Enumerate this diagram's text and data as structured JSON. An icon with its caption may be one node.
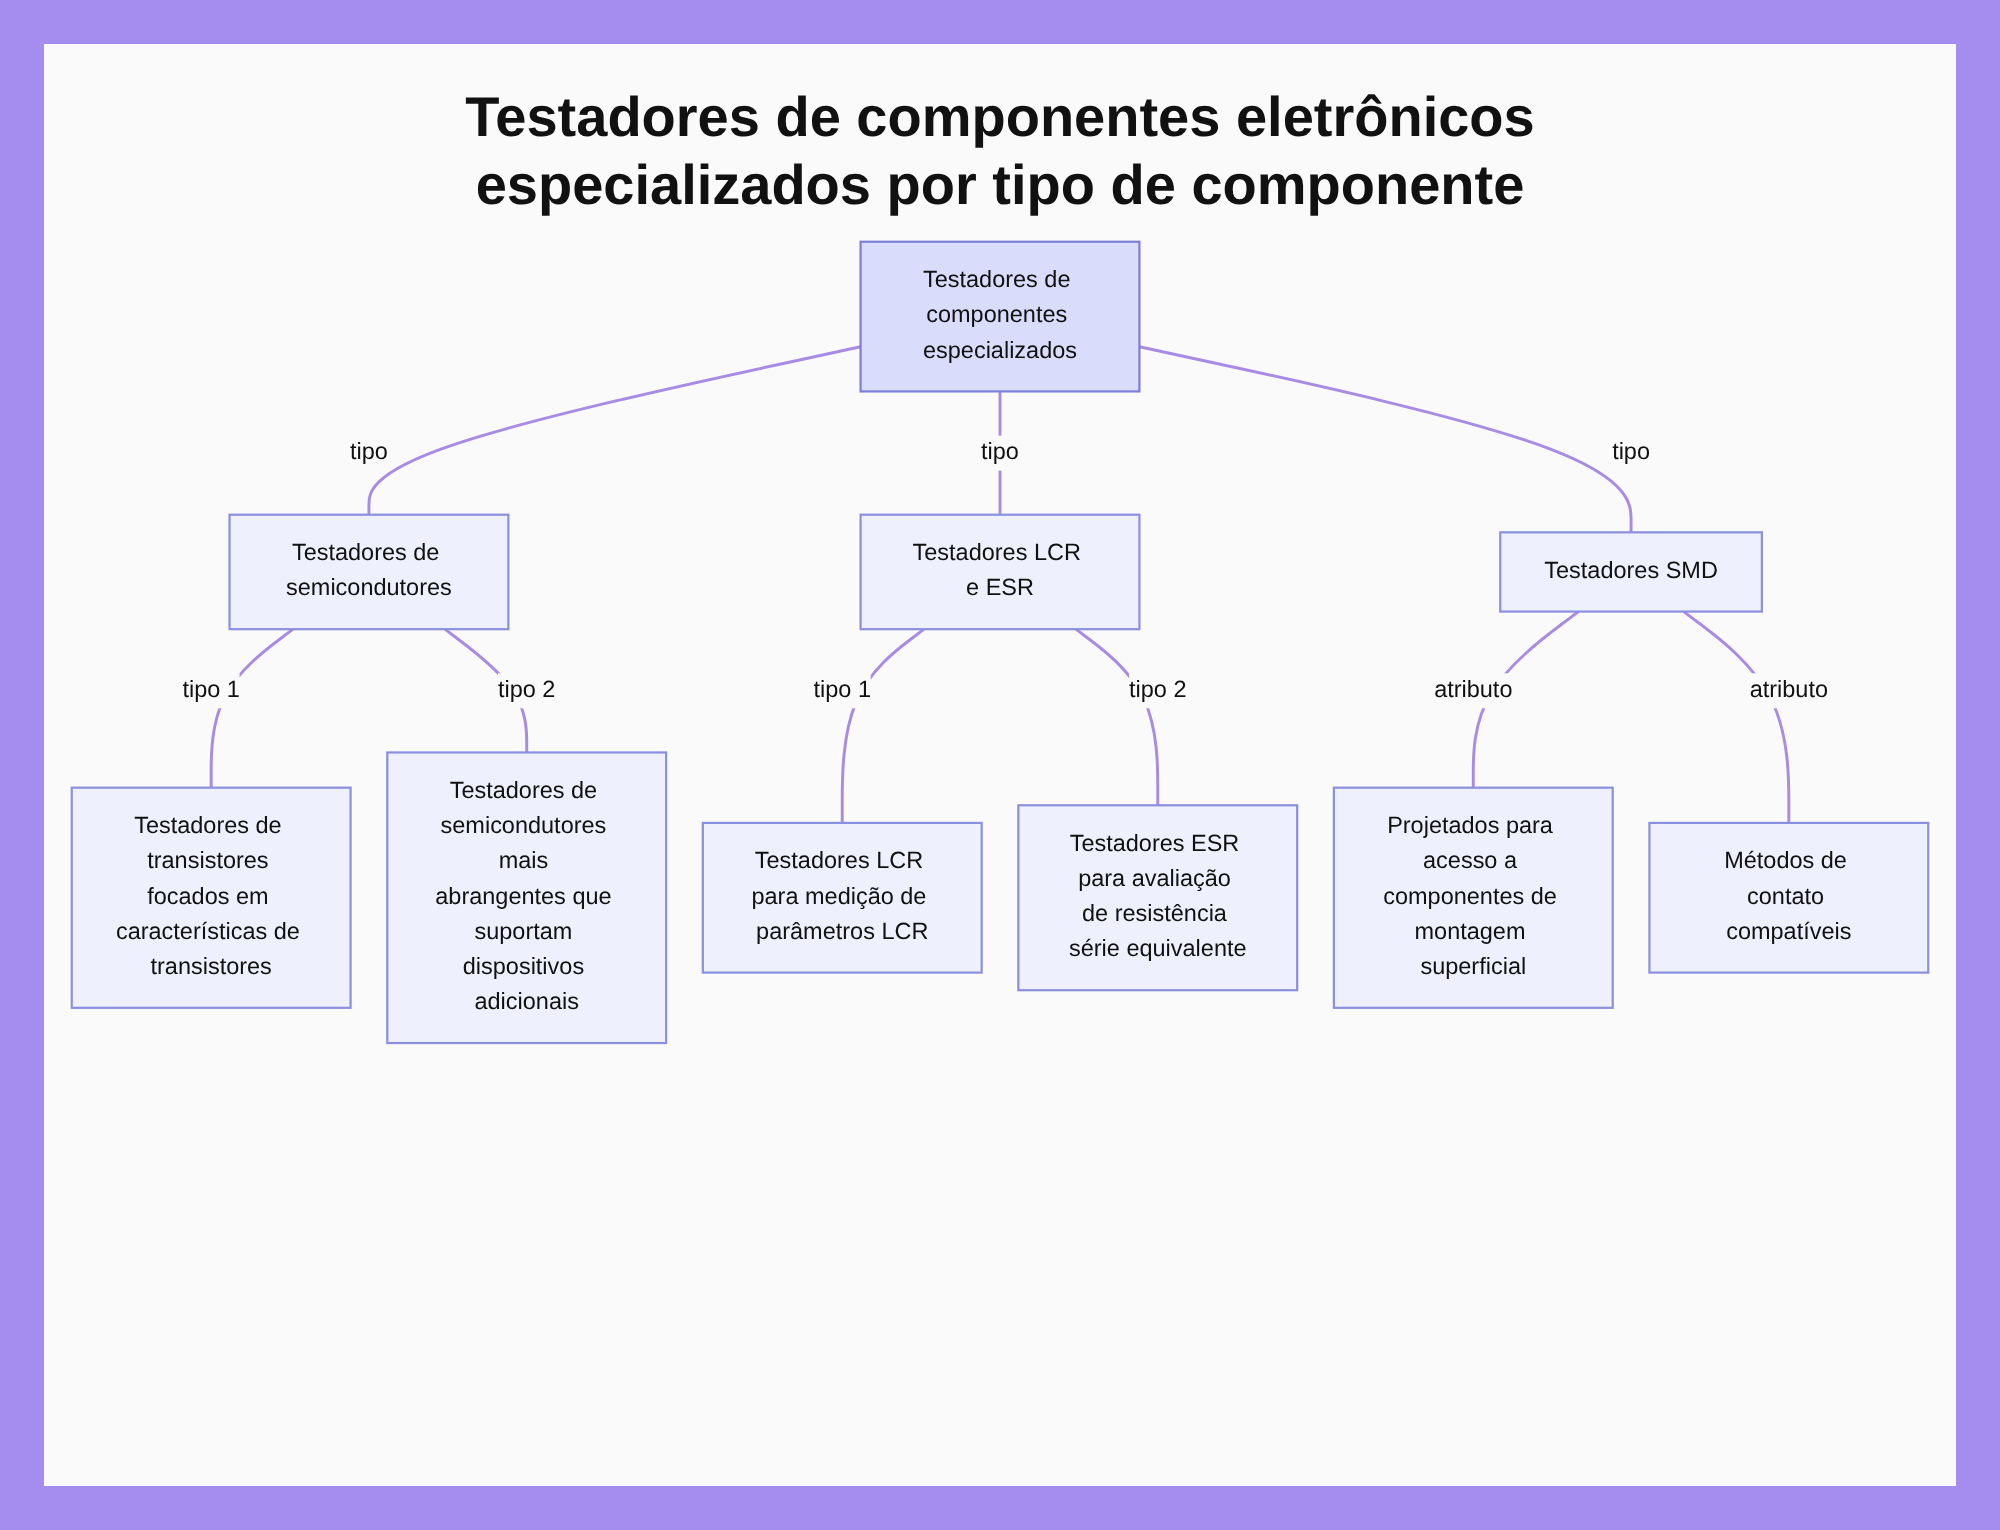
{
  "diagram": {
    "title": "Testadores de componentes eletrônicos especializados por tipo de componente",
    "nodes": [
      {
        "text": [
          "Testadores de componentes especializados"
        ]
      },
      {
        "text": [
          "Testadores de semicondutores"
        ]
      },
      {
        "text": [
          "Testadores LCR e ESR"
        ]
      },
      {
        "text": [
          "Testadores SMD"
        ]
      },
      {
        "text": [
          "Testadores de transistores focados em características de transistores"
        ]
      },
      {
        "text": [
          "Testadores de semicondutores mais abrangentes que suportam dispositivos adicionais"
        ]
      },
      {
        "text": [
          "Testadores LCR para medição de parâmetros LCR"
        ]
      },
      {
        "text": [
          "Testadores ESR para avaliação de resistência série equivalente"
        ]
      },
      {
        "text": [
          "Projetados para acesso a componentes de montagem superficial"
        ]
      },
      {
        "text": [
          "Métodos de contato compatíveis"
        ]
      }
    ],
    "edges": [
      {
        "from": 0,
        "to": 1,
        "arrow": "none",
        "label": "tipo"
      },
      {
        "from": 0,
        "to": 2,
        "arrow": "none",
        "label": "tipo"
      },
      {
        "from": 0,
        "to": 3,
        "arrow": "none",
        "label": "tipo"
      },
      {
        "from": 1,
        "to": 4,
        "arrow": "none",
        "label": "tipo 1"
      },
      {
        "from": 1,
        "to": 5,
        "arrow": "none",
        "label": "tipo 2"
      },
      {
        "from": 2,
        "to": 6,
        "arrow": "none",
        "label": "tipo 1"
      },
      {
        "from": 2,
        "to": 7,
        "arrow": "none",
        "label": "tipo 2"
      },
      {
        "from": 3,
        "to": 8,
        "arrow": "none",
        "label": "atributo"
      },
      {
        "from": 3,
        "to": 9,
        "arrow": "none",
        "label": "atributo"
      }
    ]
  }
}
